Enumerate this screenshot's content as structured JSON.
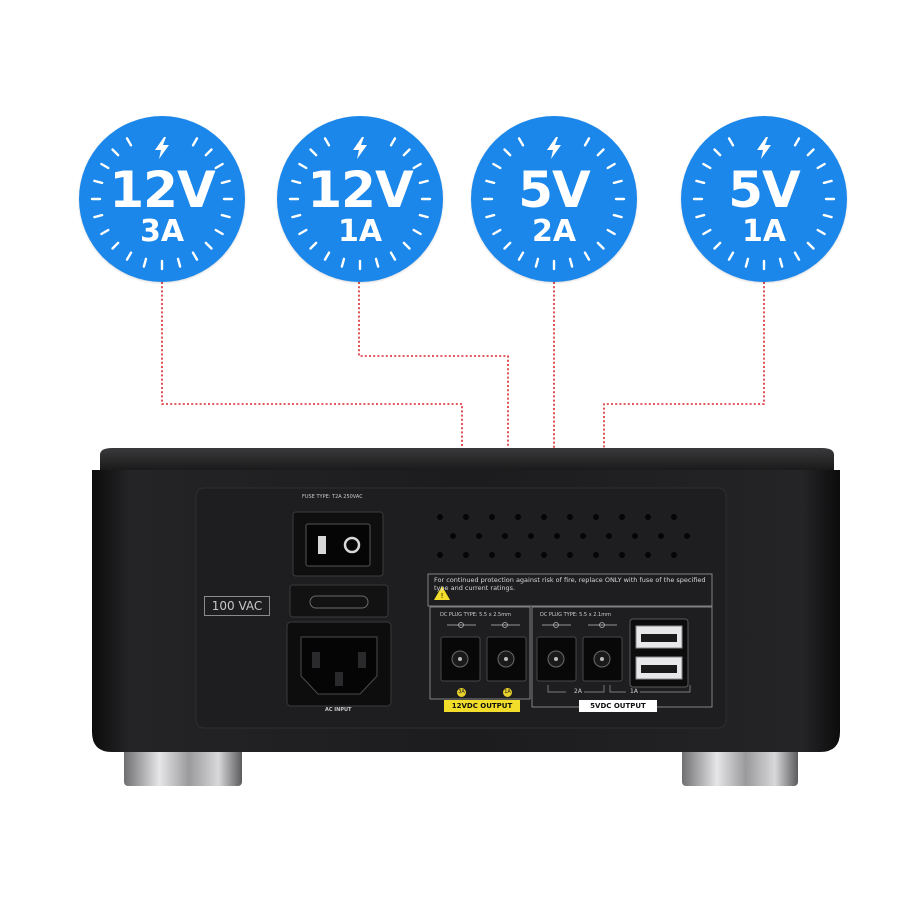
{
  "badges": [
    {
      "voltage": "12V",
      "current": "3A"
    },
    {
      "voltage": "12V",
      "current": "1A"
    },
    {
      "voltage": "5V",
      "current": "2A"
    },
    {
      "voltage": "5V",
      "current": "1A"
    }
  ],
  "panel": {
    "input_voltage": "100 VAC",
    "fuse_type": "FUSE TYPE: T2A 250VAC",
    "ac_input": "AC INPUT",
    "warning": "For continued protection against risk of fire, replace ONLY with fuse of the specified type and current ratings.",
    "plug_type_12": "DC PLUG TYPE: 5.5 x 2.5mm",
    "plug_type_5": "DC PLUG TYPE: 5.5 x 2.1mm",
    "output_12_label": "12VDC OUTPUT",
    "output_5_label": "5VDC OUTPUT",
    "marker_3a": "3A",
    "marker_1a": "1A",
    "rating_2a": "2A",
    "rating_1a": "1A"
  },
  "colors": {
    "badge_blue": "#1b87ea",
    "leader_red": "#d8262b",
    "device_black": "#1d1d1f",
    "label_yellow": "#f2de2a"
  },
  "icons": [
    "lightning-bolt-icon",
    "warning-triangle-icon",
    "power-switch-icon",
    "iec-socket-icon",
    "usb-port-icon"
  ]
}
